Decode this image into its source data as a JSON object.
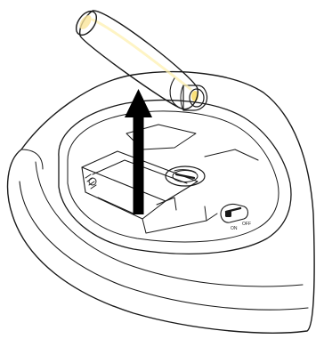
{
  "diagram": {
    "switch": {
      "on_label": "ON",
      "off_label": "OFF"
    },
    "battery": {
      "color": "#f5c431",
      "highlight_color": "#fbe27a",
      "shadow_color": "#d99a14"
    },
    "arrow": {
      "direction": "up",
      "color": "#000000"
    },
    "icons": [
      "mouse-underside",
      "aa-battery",
      "remove-arrow",
      "power-switch",
      "optical-sensor"
    ]
  }
}
